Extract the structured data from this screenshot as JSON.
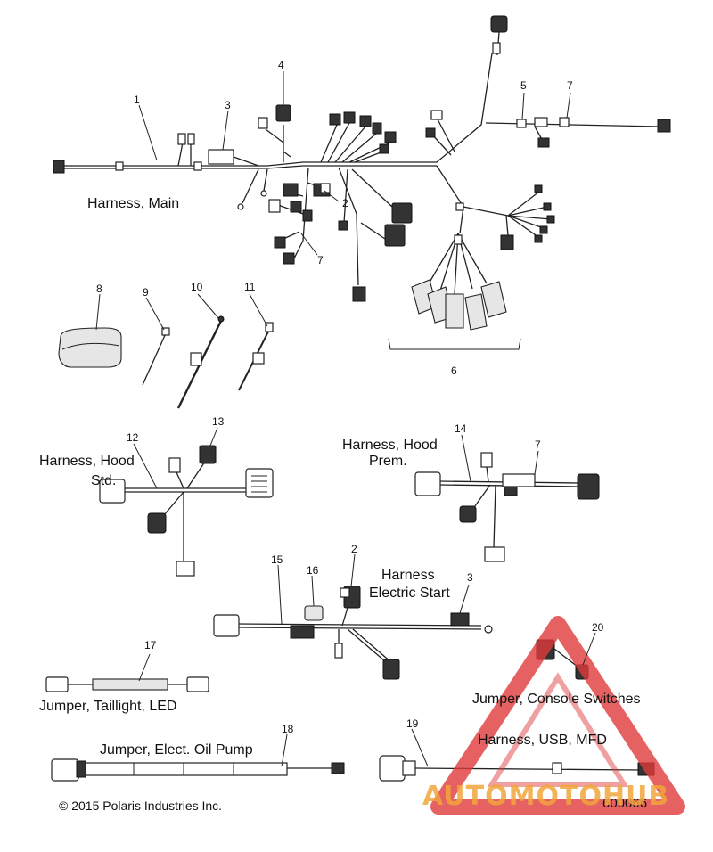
{
  "labels": {
    "harness_main": "Harness, Main",
    "harness_hood_std_1": "Harness, Hood",
    "harness_hood_std_2": "Std.",
    "harness_hood_prem_1": "Harness, Hood",
    "harness_hood_prem_2": "Prem.",
    "harness_elec_start_1": "Harness",
    "harness_elec_start_2": "Electric Start",
    "jumper_taillight": "Jumper, Taillight, LED",
    "jumper_oil_pump": "Jumper, Elect. Oil Pump",
    "jumper_console": "Jumper, Console Switches",
    "harness_usb": "Harness, USB, MFD",
    "copyright": "© 2015 Polaris Industries Inc.",
    "diagram_number": "600066",
    "watermark_text": "AUTOMOTOHUB"
  },
  "callouts": {
    "c1": "1",
    "c2a": "2",
    "c3a": "3",
    "c4": "4",
    "c5": "5",
    "c6": "6",
    "c7a": "7",
    "c7b": "7",
    "c8": "8",
    "c9": "9",
    "c10": "10",
    "c11": "11",
    "c12": "12",
    "c13": "13",
    "c14": "14",
    "c7c": "7",
    "c15": "15",
    "c16": "16",
    "c2b": "2",
    "c3b": "3",
    "c17": "17",
    "c18": "18",
    "c19": "19",
    "c20": "20"
  },
  "colors": {
    "ink": "#222222",
    "watermark_red": "#e03a3a",
    "watermark_orange": "#f2a63c",
    "watermark_gray": "#9a9a9a"
  }
}
